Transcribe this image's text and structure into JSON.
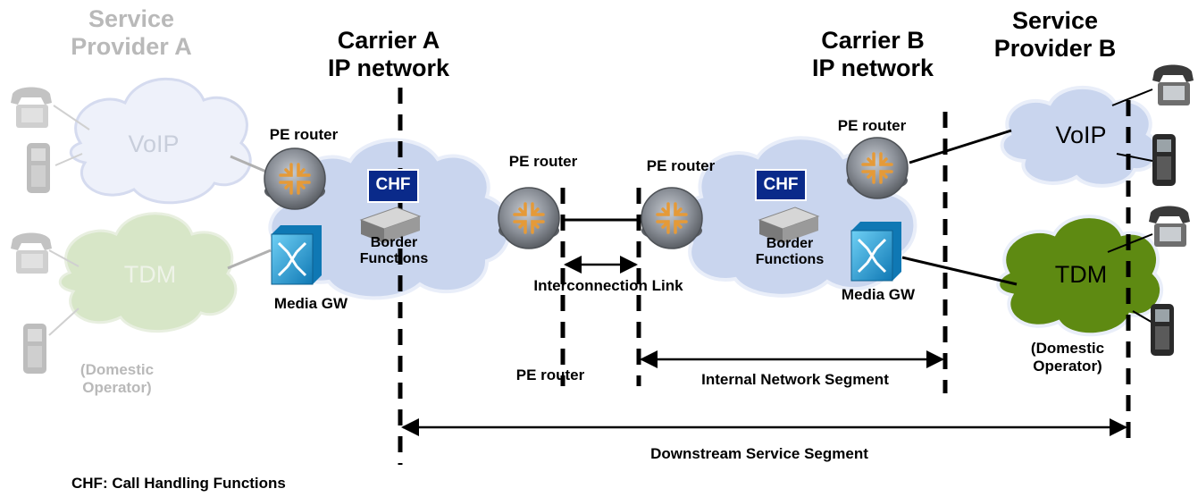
{
  "diagram": {
    "sp_a_title": "Service Provider A",
    "sp_a_line1": "Service",
    "sp_a_line2": "Provider A",
    "carrier_a_line1": "Carrier A",
    "carrier_a_line2": "IP network",
    "carrier_b_line1": "Carrier B",
    "carrier_b_line2": "IP network",
    "sp_b_line1": "Service",
    "sp_b_line2": "Provider B",
    "voip_label": "VoIP",
    "tdm_label": "TDM",
    "domestic_line1": "(Domestic",
    "domestic_line2": "Operator)",
    "pe_router": "PE router",
    "media_gw": "Media GW",
    "chf": "CHF",
    "border_line1": "Border",
    "border_line2": "Functions",
    "interconnection_link": "Interconnection Link",
    "internal_segment": "Internal Network Segment",
    "downstream_segment": "Downstream Service Segment",
    "legend": "CHF: Call Handling Functions"
  },
  "colors": {
    "chf_box": "#0a2a8a",
    "ip_cloud": "#c9d5ee",
    "faded_cloud": "#eef1fa",
    "tdm_cloud": "#5e8a12",
    "faded_tdm": "#d7e6c7",
    "router_gray": "#8a8f97",
    "switch_blue": "#1f9bd4",
    "arrow_orange": "#e59a38"
  },
  "icons": [
    "router-icon",
    "media-gateway-icon",
    "telephone-icon",
    "mobile-phone-icon",
    "border-device-icon",
    "cloud-icon"
  ]
}
